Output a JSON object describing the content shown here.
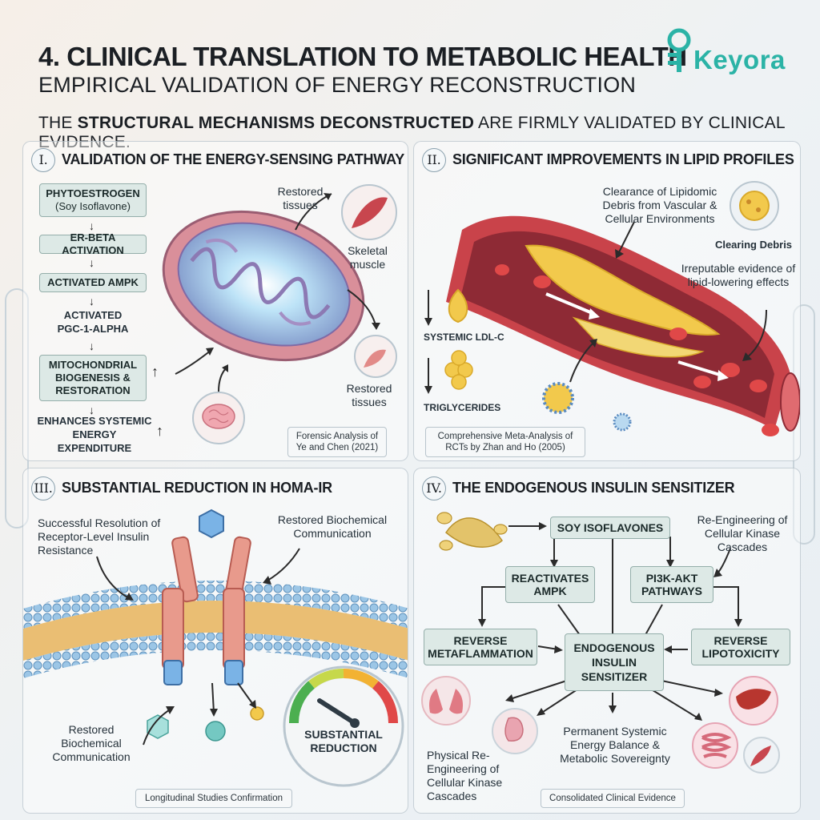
{
  "header": {
    "title": "4. CLINICAL TRANSLATION TO METABOLIC HEALTH",
    "subtitle": "EMPIRICAL VALIDATION OF ENERGY RECONSTRUCTION",
    "intro_pre": "THE ",
    "intro_bold": "STRUCTURAL MECHANISMS DECONSTRUCTED",
    "intro_post": " ARE FIRMLY VALIDATED BY CLINICAL EVIDENCE.",
    "logo_text": "Keyora"
  },
  "panel1": {
    "numeral": "I.",
    "title": "VALIDATION OF THE ENERGY-SENSING PATHWAY",
    "step1": "PHYTOESTROGEN",
    "step1_sub": "(Soy Isoflavone)",
    "step2": "ER-BETA ACTIVATION",
    "step3": "ACTIVATED AMPK",
    "step4_line1": "ACTIVATED",
    "step4_line2": "PGC-1-ALPHA",
    "step5": "MITOCHONDRIAL BIOGENESIS & RESTORATION",
    "step6_line1": "ENHANCES SYSTEMIC",
    "step6_line2": "ENERGY EXPENDITURE",
    "label_restored_top": "Restored tissues",
    "label_skeletal": "Skeletal muscle",
    "label_restored_bottom": "Restored tissues",
    "citation": "Forensic Analysis of Ye and Chen (2021)"
  },
  "panel2": {
    "numeral": "II.",
    "title": "SIGNIFICANT IMPROVEMENTS IN LIPID PROFILES",
    "label_clearance": "Clearance of Lipidomic Debris from Vascular & Cellular Environments",
    "label_clearing": "Clearing Debris",
    "label_evidence": "Irreputable evidence of lipid-lowering effects",
    "label_ldl": "SYSTEMIC LDL-C",
    "label_tg": "TRIGLYCERIDES",
    "citation": "Comprehensive Meta-Analysis of RCTs by Zhan and Ho (2005)"
  },
  "panel3": {
    "numeral": "III.",
    "title": "SUBSTANTIAL REDUCTION IN HOMA-IR",
    "label_resolution": "Successful Resolution of Receptor-Level Insulin Resistance",
    "label_restored_top": "Restored Biochemical Communication",
    "label_restored_bottom": "Restored Biochemical Communication",
    "gauge_label_line1": "SUBSTANTIAL",
    "gauge_label_line2": "REDUCTION",
    "citation": "Longitudinal Studies Confirmation"
  },
  "panel4": {
    "numeral": "IV.",
    "title": "THE ENDOGENOUS INSULIN SENSITIZER",
    "node_soy": "SOY ISOFLAVONES",
    "node_ampk": "REACTIVATES AMPK",
    "node_pi3k": "PI3K-AKT PATHWAYS",
    "node_metaflammation": "REVERSE METAFLAMMATION",
    "node_sensitizer": "ENDOGENOUS INSULIN SENSITIZER",
    "node_lipotoxicity": "REVERSE LIPOTOXICITY",
    "label_reengineering_top": "Re-Engineering of Cellular Kinase Cascades",
    "label_physical": "Physical Re-Engineering of Cellular Kinase Cascades",
    "label_balance": "Permanent Systemic Energy Balance & Metabolic Sovereignty",
    "citation": "Consolidated Clinical Evidence"
  },
  "colors": {
    "accent_teal": "#2bb3a6",
    "box_fill": "#dde9e6",
    "vessel_red": "#c9434a",
    "lipid_yellow": "#f2c94c"
  }
}
